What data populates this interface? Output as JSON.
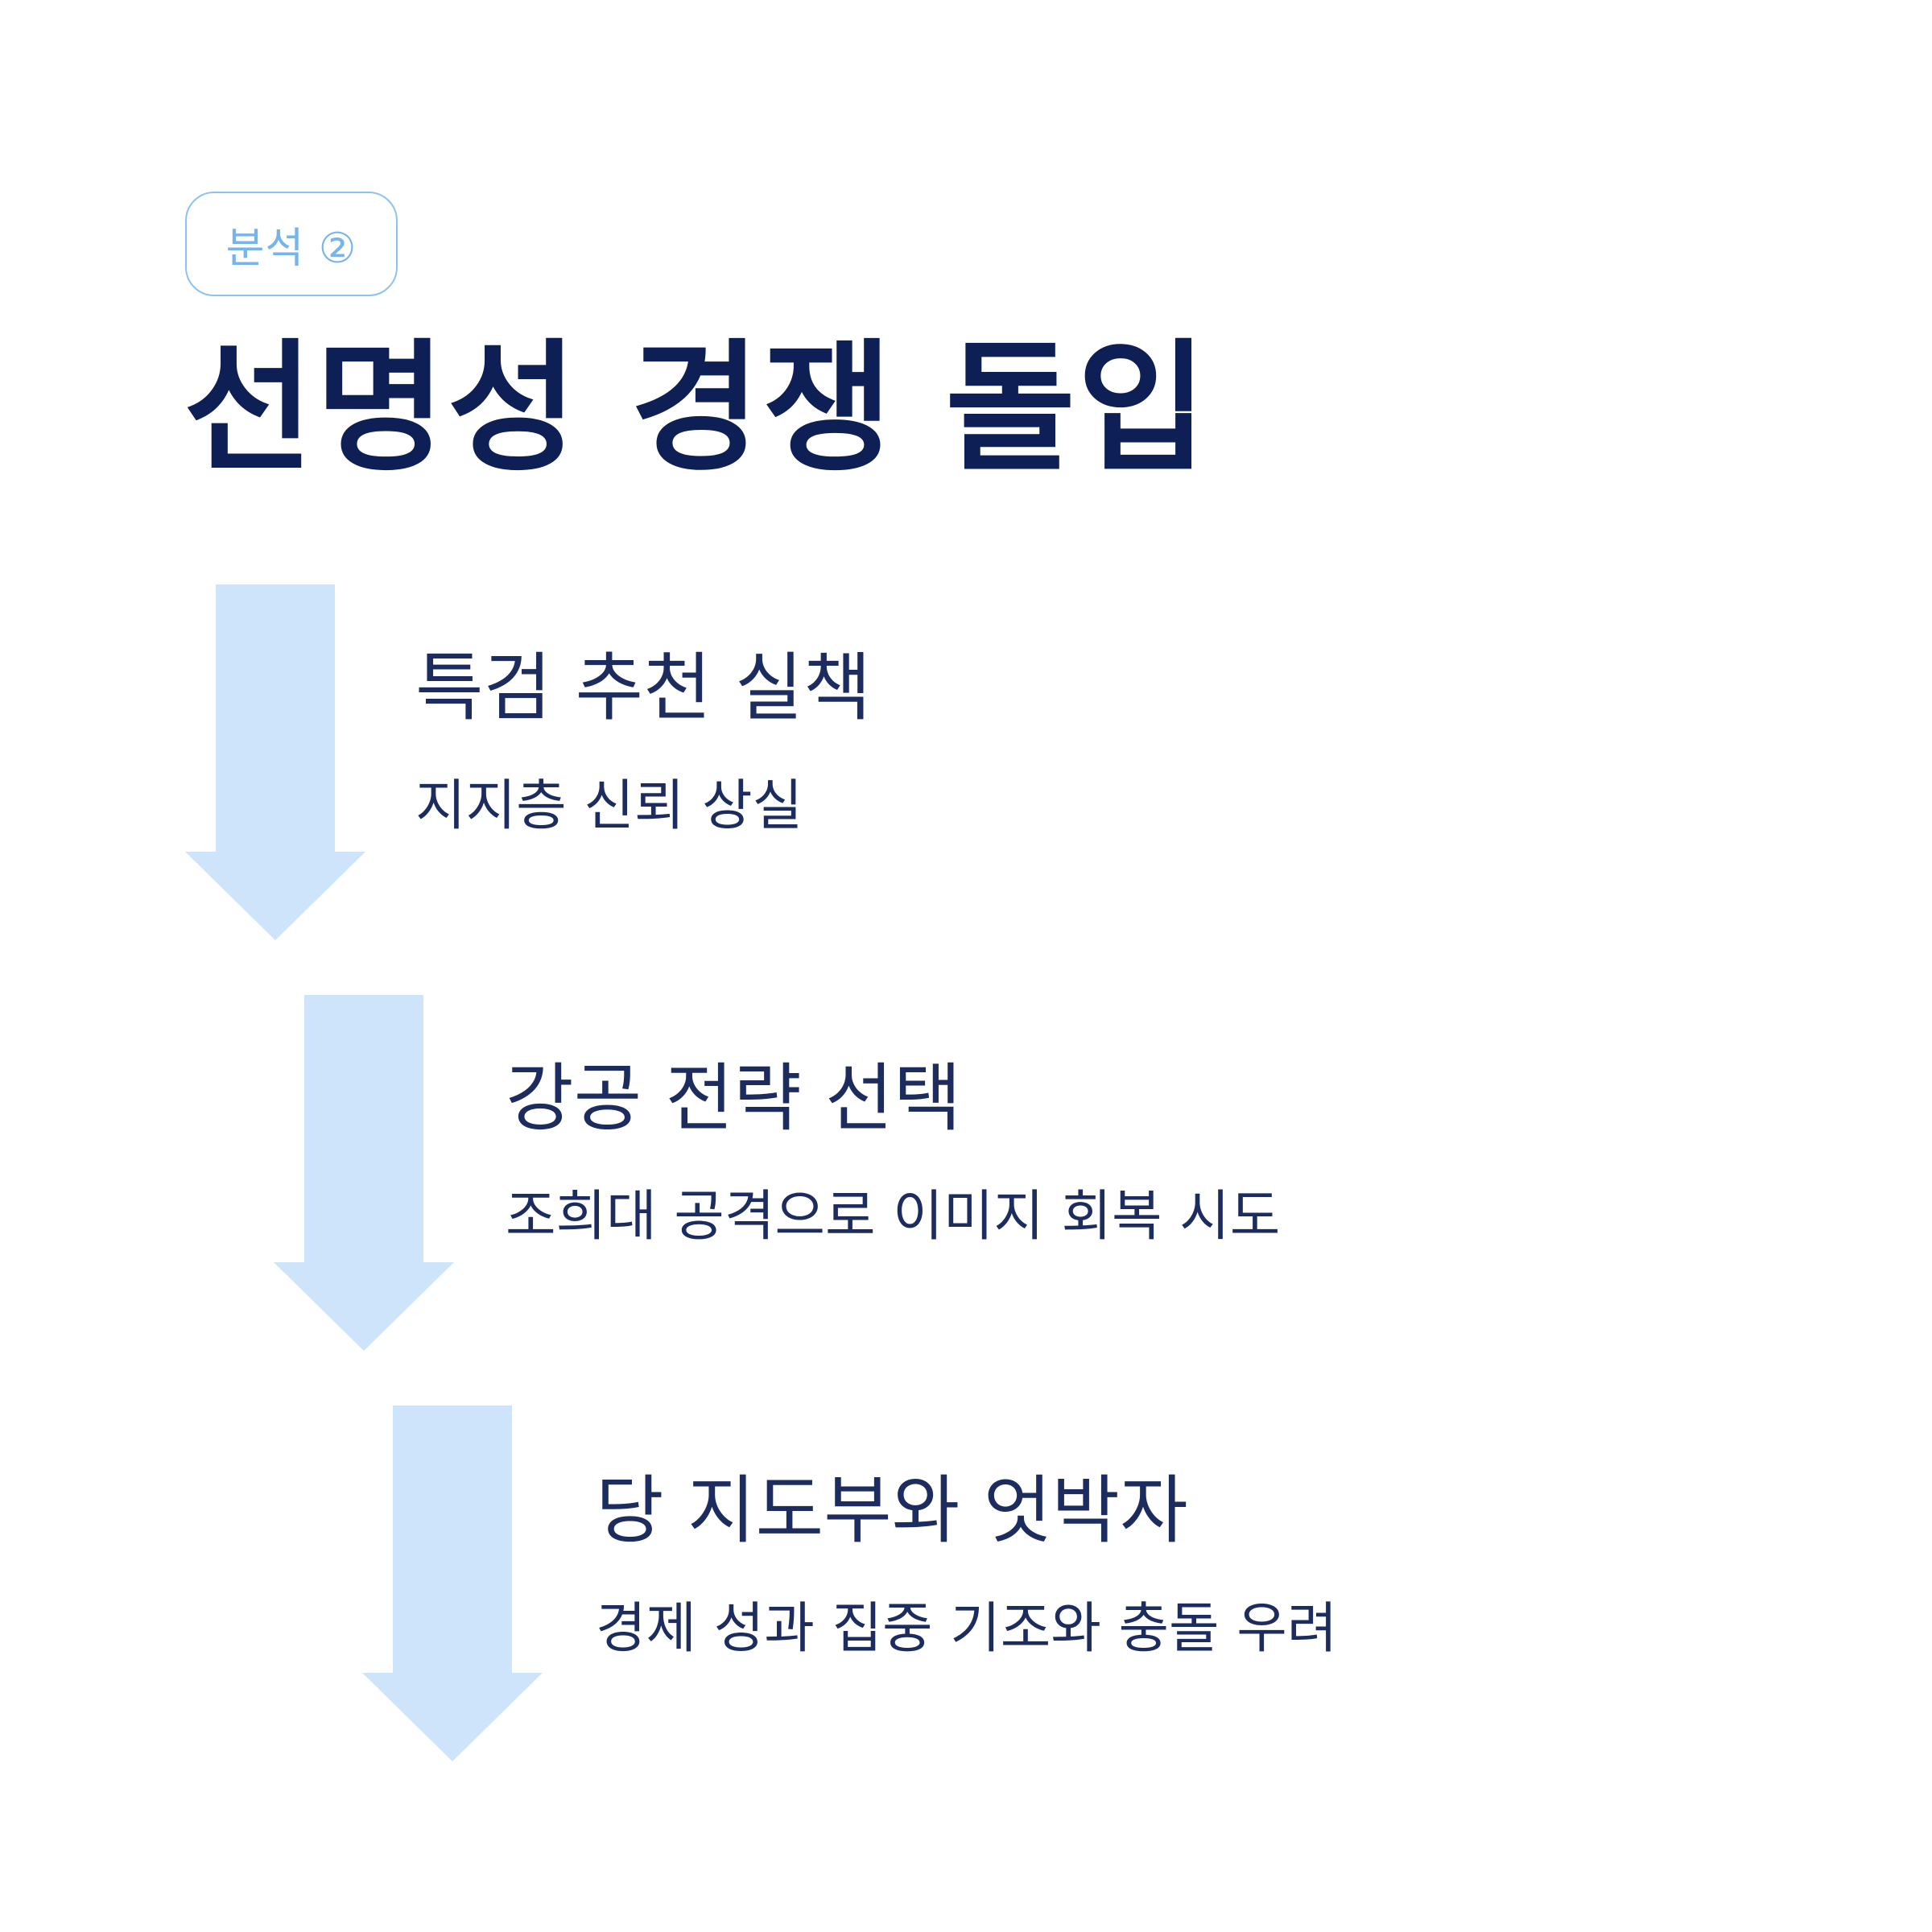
{
  "badge": {
    "label": "분석 ②"
  },
  "title": "선명성 경쟁 돌입",
  "colors": {
    "arrow_fill": "#cde4fb",
    "title": "#0e1f56",
    "text": "#1c2c5e",
    "badge": "#76b4ea"
  },
  "steps": [
    {
      "heading": "특검 추천 실책",
      "description": "지지층 신뢰 상실"
    },
    {
      "heading": "강공 전략 선택",
      "description": "조희대 공격으로 이미지 회복 시도"
    },
    {
      "heading": "당 지도부와 엇박자",
      "description": "경제 성과 집중 기조와 충돌 우려"
    }
  ]
}
